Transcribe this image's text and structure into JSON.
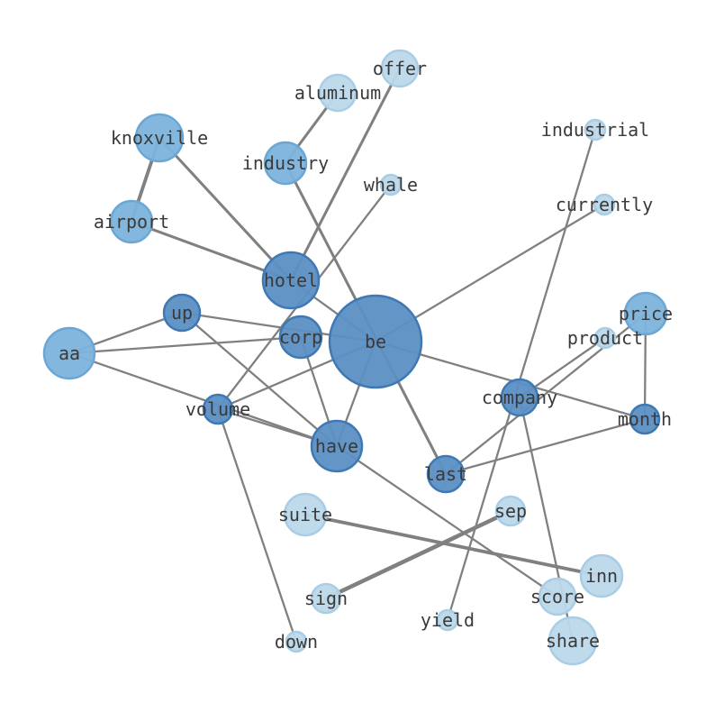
{
  "graph": {
    "colors": {
      "edge": "#808080",
      "label": "#3a3a3a",
      "node_dark": "#5b8fc4",
      "node_dark_stroke": "#3f79b4",
      "node_mid": "#7db3db",
      "node_mid_stroke": "#6aa7d4",
      "node_light": "#bcd8ea",
      "node_light_stroke": "#a9cde4"
    },
    "nodes": [
      {
        "id": "be",
        "label": "be",
        "tone": "dark"
      },
      {
        "id": "hotel",
        "label": "hotel",
        "tone": "dark"
      },
      {
        "id": "have",
        "label": "have",
        "tone": "dark"
      },
      {
        "id": "corp",
        "label": "corp",
        "tone": "dark"
      },
      {
        "id": "up",
        "label": "up",
        "tone": "dark"
      },
      {
        "id": "volume",
        "label": "volume",
        "tone": "dark"
      },
      {
        "id": "company",
        "label": "company",
        "tone": "dark"
      },
      {
        "id": "last",
        "label": "last",
        "tone": "dark"
      },
      {
        "id": "month",
        "label": "month",
        "tone": "dark"
      },
      {
        "id": "aa",
        "label": "aa",
        "tone": "mid"
      },
      {
        "id": "knoxville",
        "label": "knoxville",
        "tone": "mid"
      },
      {
        "id": "airport",
        "label": "airport",
        "tone": "mid"
      },
      {
        "id": "industry",
        "label": "industry",
        "tone": "mid"
      },
      {
        "id": "price",
        "label": "price",
        "tone": "mid"
      },
      {
        "id": "offer",
        "label": "offer",
        "tone": "light"
      },
      {
        "id": "aluminum",
        "label": "aluminum",
        "tone": "light"
      },
      {
        "id": "industrial",
        "label": "industrial",
        "tone": "light"
      },
      {
        "id": "whale",
        "label": "whale",
        "tone": "light"
      },
      {
        "id": "currently",
        "label": "currently",
        "tone": "light"
      },
      {
        "id": "product",
        "label": "product",
        "tone": "light"
      },
      {
        "id": "suite",
        "label": "suite",
        "tone": "light"
      },
      {
        "id": "sep",
        "label": "sep",
        "tone": "light"
      },
      {
        "id": "inn",
        "label": "inn",
        "tone": "light"
      },
      {
        "id": "sign",
        "label": "sign",
        "tone": "light"
      },
      {
        "id": "score",
        "label": "score",
        "tone": "light"
      },
      {
        "id": "yield",
        "label": "yield",
        "tone": "light"
      },
      {
        "id": "share",
        "label": "share",
        "tone": "light"
      },
      {
        "id": "down",
        "label": "down",
        "tone": "light"
      }
    ],
    "edges": [
      {
        "source": "knoxville",
        "target": "airport",
        "weight": 4
      },
      {
        "source": "knoxville",
        "target": "hotel",
        "weight": 3
      },
      {
        "source": "airport",
        "target": "hotel",
        "weight": 3
      },
      {
        "source": "aluminum",
        "target": "industry",
        "weight": 3
      },
      {
        "source": "offer",
        "target": "hotel",
        "weight": 3
      },
      {
        "source": "industry",
        "target": "last",
        "weight": 3
      },
      {
        "source": "hotel",
        "target": "be",
        "weight": 2
      },
      {
        "source": "whale",
        "target": "volume",
        "weight": 2
      },
      {
        "source": "currently",
        "target": "be",
        "weight": 2
      },
      {
        "source": "up",
        "target": "be",
        "weight": 2
      },
      {
        "source": "up",
        "target": "aa",
        "weight": 2
      },
      {
        "source": "up",
        "target": "have",
        "weight": 2
      },
      {
        "source": "aa",
        "target": "corp",
        "weight": 2
      },
      {
        "source": "aa",
        "target": "have",
        "weight": 2
      },
      {
        "source": "corp",
        "target": "have",
        "weight": 2
      },
      {
        "source": "volume",
        "target": "be",
        "weight": 2
      },
      {
        "source": "volume",
        "target": "have",
        "weight": 2
      },
      {
        "source": "volume",
        "target": "down",
        "weight": 2
      },
      {
        "source": "be",
        "target": "have",
        "weight": 2
      },
      {
        "source": "be",
        "target": "month",
        "weight": 2
      },
      {
        "source": "have",
        "target": "score",
        "weight": 2
      },
      {
        "source": "industrial",
        "target": "yield",
        "weight": 2
      },
      {
        "source": "company",
        "target": "product",
        "weight": 2
      },
      {
        "source": "company",
        "target": "share",
        "weight": 2
      },
      {
        "source": "price",
        "target": "last",
        "weight": 2
      },
      {
        "source": "price",
        "target": "month",
        "weight": 2
      },
      {
        "source": "last",
        "target": "month",
        "weight": 2
      },
      {
        "source": "suite",
        "target": "inn",
        "weight": 4
      },
      {
        "source": "sep",
        "target": "sign",
        "weight": 5
      }
    ]
  }
}
